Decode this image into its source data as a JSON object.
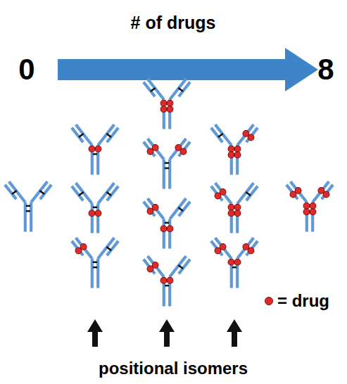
{
  "diagram": {
    "labels": [
      "# of drugs",
      "0",
      "8",
      "positional isomers"
    ],
    "legend": [
      {
        "text": "= drug",
        "color": "#e02a2a"
      }
    ]
  }
}
